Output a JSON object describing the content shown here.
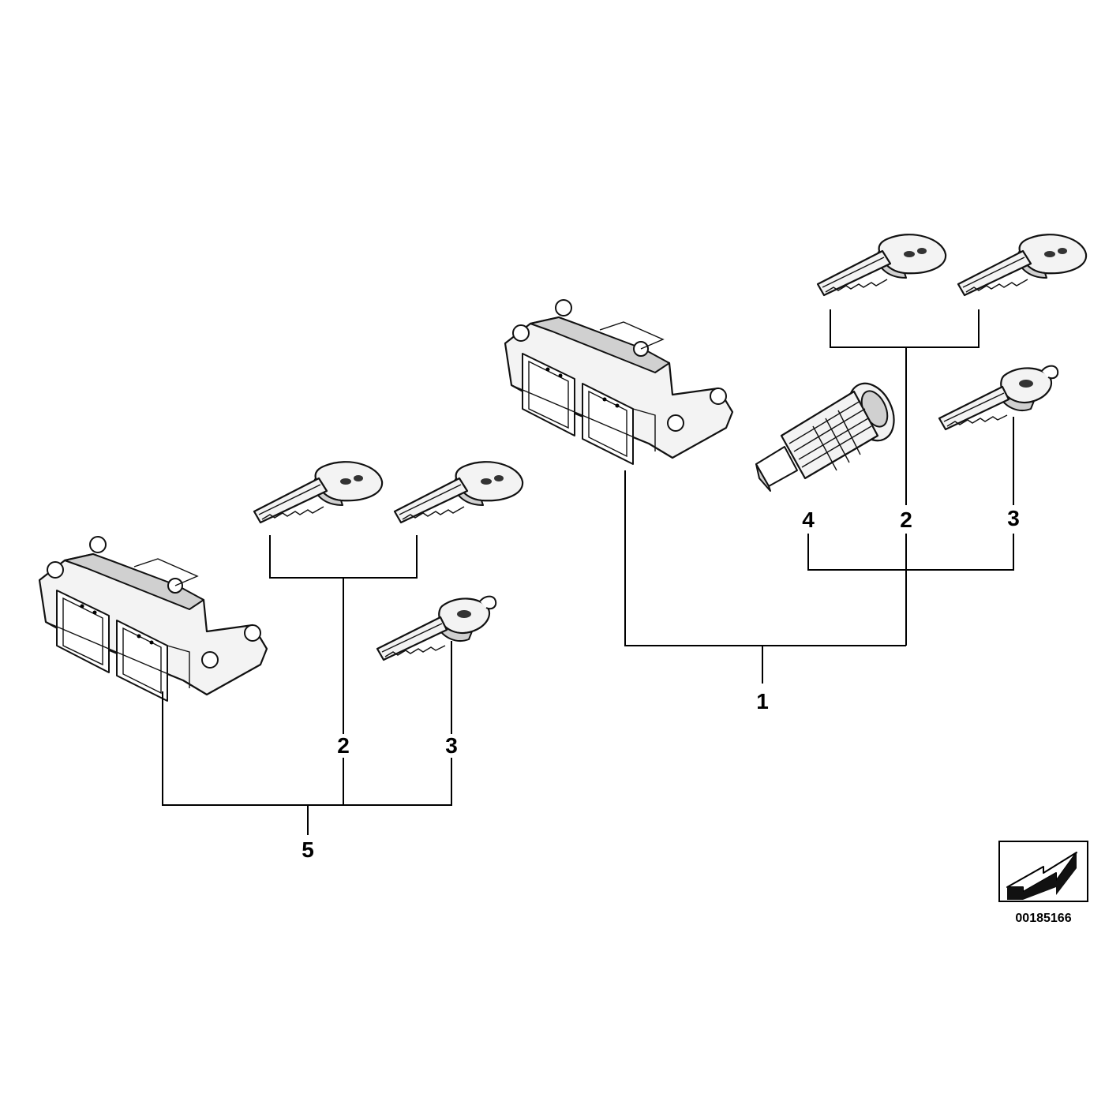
{
  "callouts": {
    "left": {
      "ecu_set": "5",
      "keys_pair": "2",
      "key_spare": "3"
    },
    "right": {
      "ecu_set": "1",
      "keys_pair": "2",
      "key_spare": "3",
      "lock_cylinder": "4",
      "sub_keys_pair": "2"
    }
  },
  "diagram_code": "00185166",
  "colors": {
    "line": "#000000",
    "part_fill": "#f3f3f3",
    "part_shade": "#d0d0d0"
  }
}
